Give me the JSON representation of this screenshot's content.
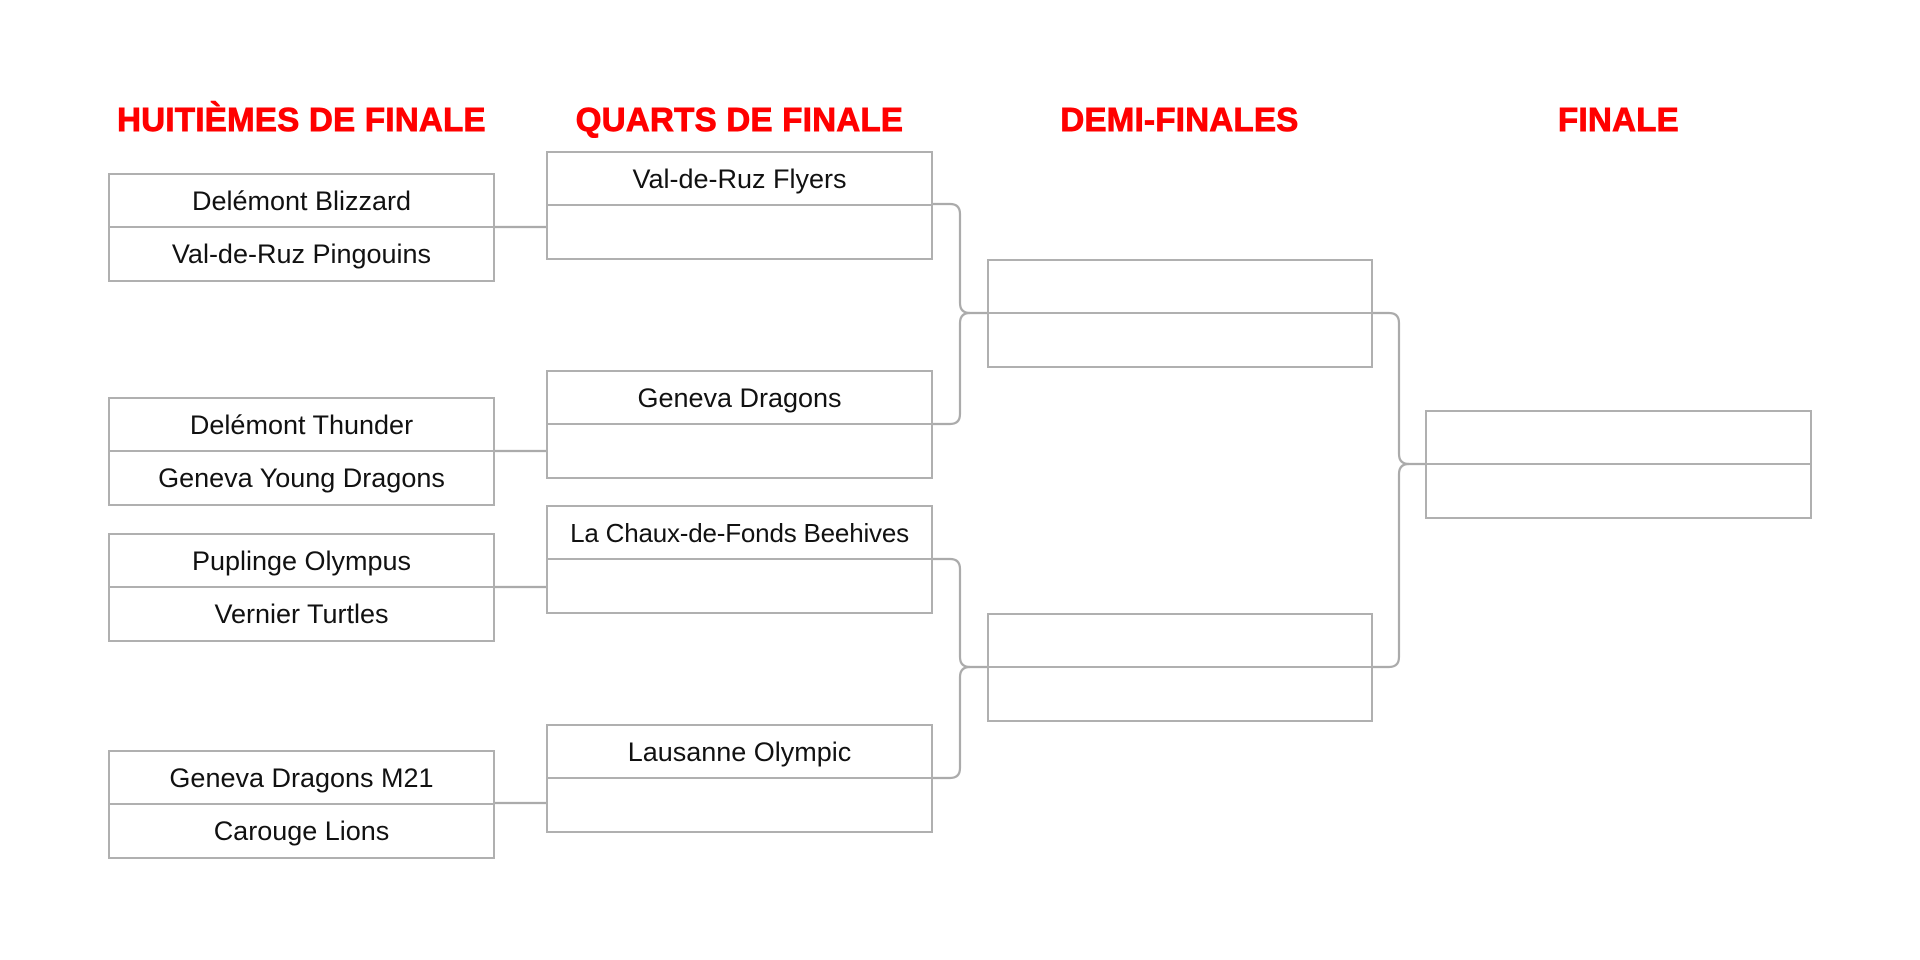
{
  "colors": {
    "header": "#FF0000",
    "border": "#B0B0B0",
    "connector": "#ABABAB",
    "text": "#111111",
    "background": "#FFFFFF"
  },
  "rounds": [
    {
      "label": "HUITIÈMES DE FINALE",
      "matches": [
        {
          "team1": "Delémont Blizzard",
          "team2": "Val-de-Ruz Pingouins"
        },
        {
          "team1": "Delémont Thunder",
          "team2": "Geneva Young Dragons"
        },
        {
          "team1": "Puplinge Olympus",
          "team2": "Vernier Turtles"
        },
        {
          "team1": "Geneva Dragons M21",
          "team2": "Carouge Lions"
        }
      ]
    },
    {
      "label": "QUARTS DE FINALE",
      "matches": [
        {
          "team1": "Val-de-Ruz Flyers",
          "team2": ""
        },
        {
          "team1": "Geneva Dragons",
          "team2": ""
        },
        {
          "team1": "La Chaux-de-Fonds Beehives",
          "team2": ""
        },
        {
          "team1": "Lausanne Olympic",
          "team2": ""
        }
      ]
    },
    {
      "label": "DEMI-FINALES",
      "matches": [
        {
          "team1": "",
          "team2": ""
        },
        {
          "team1": "",
          "team2": ""
        }
      ]
    },
    {
      "label": "FINALE",
      "matches": [
        {
          "team1": "",
          "team2": ""
        }
      ]
    }
  ]
}
